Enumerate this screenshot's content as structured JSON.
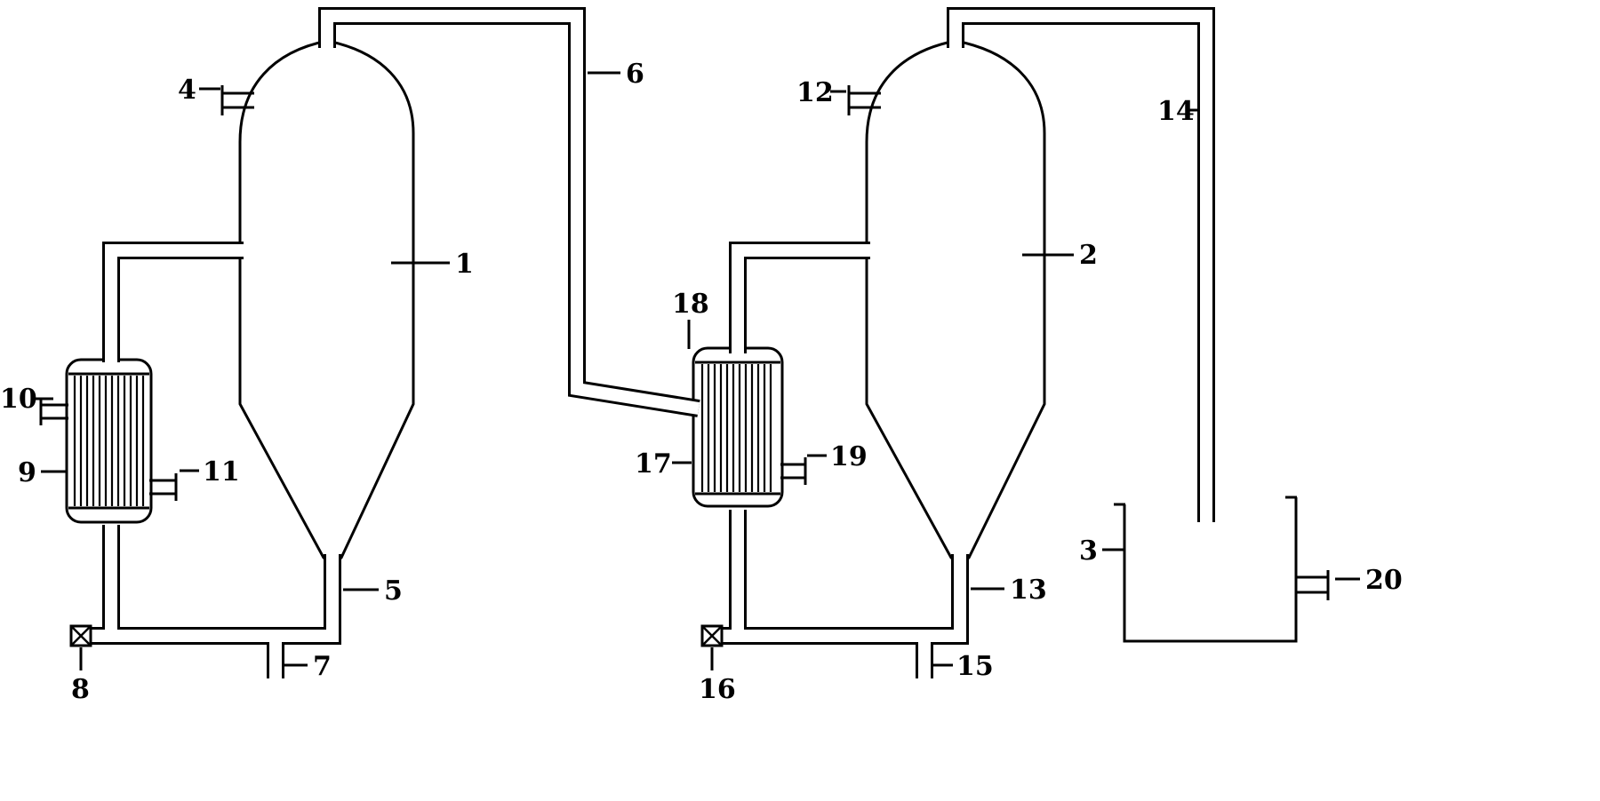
{
  "figure": {
    "kind": "process-flow-patent-drawing",
    "colors": {
      "line": "#000000",
      "background": "#ffffff"
    },
    "labels": [
      {
        "id": "1",
        "text": "1",
        "refers_to": "evaporator-vessel-1"
      },
      {
        "id": "2",
        "text": "2",
        "refers_to": "evaporator-vessel-2"
      },
      {
        "id": "3",
        "text": "3",
        "refers_to": "collection-tank"
      },
      {
        "id": "4",
        "text": "4",
        "refers_to": "vessel-1-dome-nozzle"
      },
      {
        "id": "5",
        "text": "5",
        "refers_to": "vessel-1-bottom-discharge-pipe"
      },
      {
        "id": "6",
        "text": "6",
        "refers_to": "vapor-pipe-vessel-1-to-heater-2"
      },
      {
        "id": "7",
        "text": "7",
        "refers_to": "bottom-outlet-stub-1"
      },
      {
        "id": "8",
        "text": "8",
        "refers_to": "valve-1"
      },
      {
        "id": "9",
        "text": "9",
        "refers_to": "heater-1"
      },
      {
        "id": "10",
        "text": "10",
        "refers_to": "heater-1-side-nozzle-upper"
      },
      {
        "id": "11",
        "text": "11",
        "refers_to": "heater-1-side-nozzle-lower"
      },
      {
        "id": "12",
        "text": "12",
        "refers_to": "vessel-2-dome-nozzle"
      },
      {
        "id": "13",
        "text": "13",
        "refers_to": "vessel-2-bottom-discharge-pipe"
      },
      {
        "id": "14",
        "text": "14",
        "refers_to": "vapor-pipe-vessel-2-to-tank"
      },
      {
        "id": "15",
        "text": "15",
        "refers_to": "bottom-outlet-stub-2"
      },
      {
        "id": "16",
        "text": "16",
        "refers_to": "valve-2"
      },
      {
        "id": "17",
        "text": "17",
        "refers_to": "heater-2"
      },
      {
        "id": "18",
        "text": "18",
        "refers_to": "heater-2-top-connection"
      },
      {
        "id": "19",
        "text": "19",
        "refers_to": "heater-2-side-nozzle"
      },
      {
        "id": "20",
        "text": "20",
        "refers_to": "tank-side-nozzle"
      }
    ]
  }
}
